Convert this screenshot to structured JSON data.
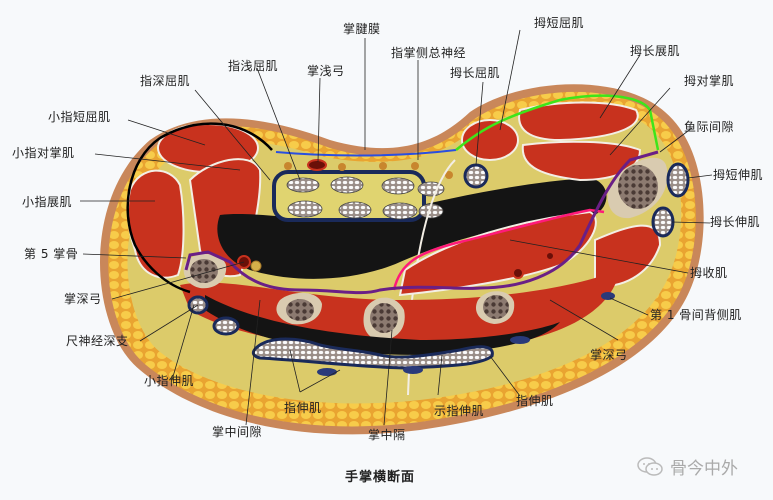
{
  "title": "手掌横断面",
  "watermark": {
    "text": "骨今中外",
    "icon": "wechat-icon"
  },
  "colors": {
    "skin": "#c9875a",
    "fat": "#f2c24a",
    "muscle": "#c8321e",
    "bursa_sheath": "#141414",
    "connective": "#e0d470",
    "bone": "#d9cbb0",
    "thenar_outline": "#3ee51a",
    "hypothenar_outline": "#000000",
    "palmar_aponeurosis_line": "#2a4fe0",
    "adductor_outline": "#ff1a7a",
    "metacarpal_outline": "#6a1f86"
  },
  "labels": {
    "zhangjianmo": "掌腱膜",
    "zhizhangce": "指掌侧总神经",
    "mujinqu": "拇短屈肌",
    "muchangzhan": "拇长展肌",
    "zhiqianqu": "指浅屈肌",
    "zhangqiangong": "掌浅弓",
    "zhishenqu": "指深屈肌",
    "muchangqu": "拇长屈肌",
    "mudui": "拇对掌肌",
    "xiaozhiduanqu": "小指短屈肌",
    "yujijianxi": "鱼际间隙",
    "xiaozhiduizhang": "小指对掌肌",
    "muduanshen": "拇短伸肌",
    "xiaozhizhan": "小指展肌",
    "muchangshen": "拇长伸肌",
    "di5zhanggu": "第 5 掌骨",
    "mushou": "拇收肌",
    "zhangshengong_l": "掌深弓",
    "di1gujian": "第 1 骨间背侧肌",
    "chishenjing": "尺神经深支",
    "zhangshengong_r": "掌深弓",
    "xiaozhishen": "小指伸肌",
    "zhishen_l": "指伸肌",
    "shizhishen": "示指伸肌",
    "zhishen_r": "指伸肌",
    "zhangzhongjianxi": "掌中间隙",
    "zhangzhongge": "掌中隔"
  }
}
